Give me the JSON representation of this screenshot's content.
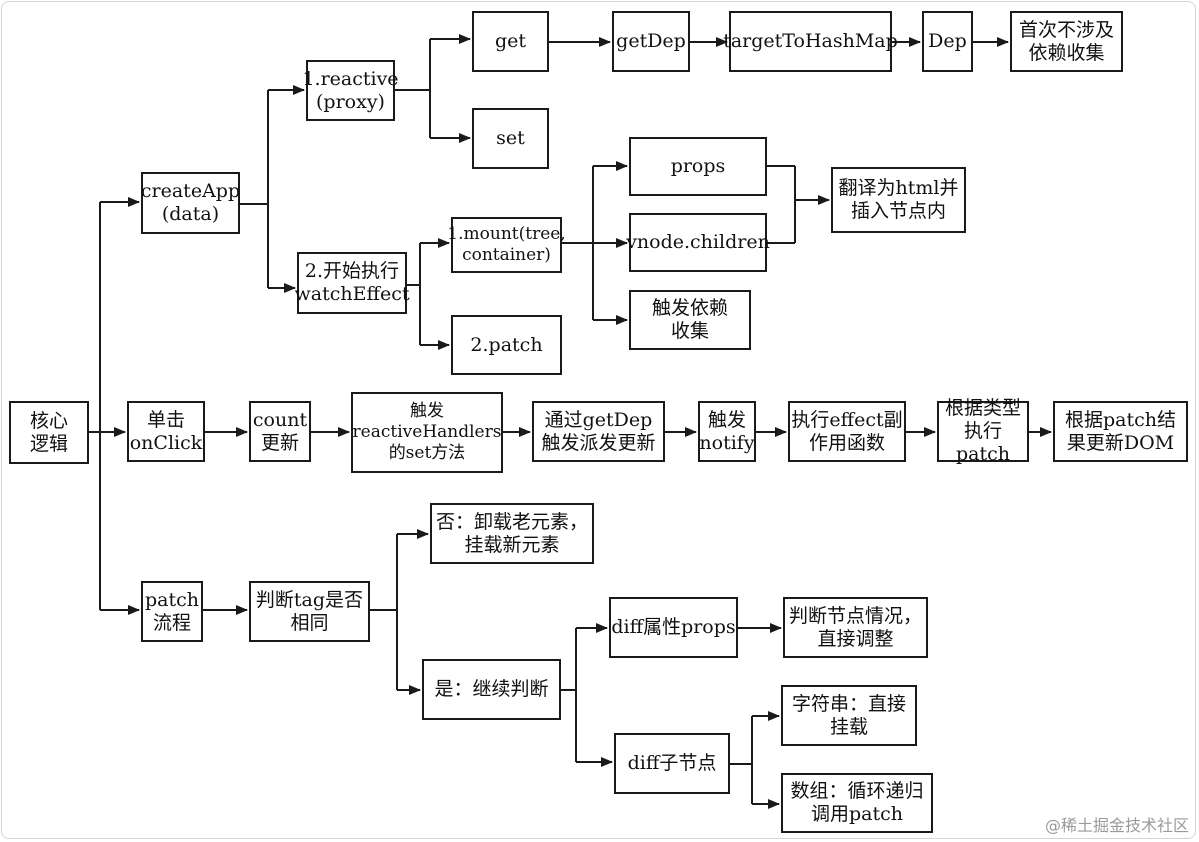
{
  "diagram": {
    "nodes": {
      "core": "核心\n逻辑",
      "createApp": "createApp\n(data)",
      "reactive": "1.reactive\n(proxy)",
      "get": "get",
      "getDep": "getDep",
      "targetToHashMap": "targetToHashMap",
      "dep": "Dep",
      "noCollect": "首次不涉及\n依赖收集",
      "set": "set",
      "startWatch": "2.开始执行\nwatchEffect",
      "mount": "1.mount(tree,\ncontainer)",
      "props": "props",
      "vnodeChildren": "vnode.children",
      "translate": "翻译为html并\n插入节点内",
      "triggerCollect": "触发依赖\n收集",
      "patch2": "2.patch",
      "click": "单击\nonClick",
      "countUpdate": "count\n更新",
      "triggerSet": "触发\nreactiveHandlers\n的set方法",
      "dispatch": "通过getDep\n触发派发更新",
      "notify": "触发\nnotify",
      "runEffect": "执行effect副\n作用函数",
      "runPatch": "根据类型\n执行patch",
      "updateDom": "根据patch结\n果更新DOM",
      "patchFlow": "patch\n流程",
      "sameTag": "判断tag是否\n相同",
      "no": "否：卸载老元素，\n挂载新元素",
      "yes": "是：继续判断",
      "diffProps": "diff属性props",
      "adjust": "判断节点情况，\n直接调整",
      "diffChildren": "diff子节点",
      "stringMount": "字符串：直接\n挂载",
      "arrayPatch": "数组：循环递归\n调用patch"
    },
    "edges": [
      [
        "core",
        "createApp"
      ],
      [
        "core",
        "click"
      ],
      [
        "core",
        "patchFlow"
      ],
      [
        "createApp",
        "reactive"
      ],
      [
        "createApp",
        "startWatch"
      ],
      [
        "reactive",
        "get"
      ],
      [
        "reactive",
        "set"
      ],
      [
        "get",
        "getDep"
      ],
      [
        "getDep",
        "targetToHashMap"
      ],
      [
        "targetToHashMap",
        "dep"
      ],
      [
        "dep",
        "noCollect"
      ],
      [
        "startWatch",
        "mount"
      ],
      [
        "startWatch",
        "patch2"
      ],
      [
        "mount",
        "props"
      ],
      [
        "mount",
        "vnodeChildren"
      ],
      [
        "mount",
        "triggerCollect"
      ],
      [
        "props",
        "translate"
      ],
      [
        "vnodeChildren",
        "translate"
      ],
      [
        "click",
        "countUpdate"
      ],
      [
        "countUpdate",
        "triggerSet"
      ],
      [
        "triggerSet",
        "dispatch"
      ],
      [
        "dispatch",
        "notify"
      ],
      [
        "notify",
        "runEffect"
      ],
      [
        "runEffect",
        "runPatch"
      ],
      [
        "runPatch",
        "updateDom"
      ],
      [
        "patchFlow",
        "sameTag"
      ],
      [
        "sameTag",
        "no"
      ],
      [
        "sameTag",
        "yes"
      ],
      [
        "yes",
        "diffProps"
      ],
      [
        "yes",
        "diffChildren"
      ],
      [
        "diffProps",
        "adjust"
      ],
      [
        "diffChildren",
        "stringMount"
      ],
      [
        "diffChildren",
        "arrayPatch"
      ]
    ],
    "line_color": "#1a1a1a",
    "box_border_color": "#1a1a1a"
  },
  "watermark": "@稀土掘金技术社区"
}
